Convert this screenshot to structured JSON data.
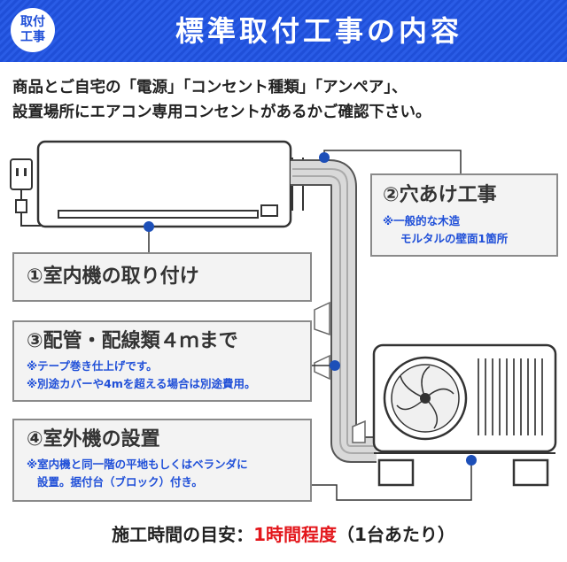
{
  "header": {
    "badge": [
      "取付",
      "工事"
    ],
    "title": "標準取付工事の内容"
  },
  "intro": [
    "商品とご自宅の「電源」「コンセント種類」「アンペア」、",
    "設置場所にエアコン専用コンセントがあるかご確認下さい。"
  ],
  "steps": {
    "indoor": {
      "title": "①室内機の取り付け"
    },
    "hole": {
      "title": "②穴あけ工事",
      "notes": [
        "※一般的な木造",
        "モルタルの壁面1箇所"
      ]
    },
    "piping": {
      "title": "③配管・配線類４ｍまで",
      "notes": [
        "※テープ巻き仕上げです。",
        "※別途カバーや4mを超える場合は別途費用。"
      ]
    },
    "outdoor": {
      "title": "④室外機の設置",
      "notes": [
        "※室内機と同一階の平地もしくはベランダに",
        "設置。据付台（ブロック）付き。"
      ]
    }
  },
  "footer": {
    "label": "施工時間の目安：",
    "highlight": "1時間程度",
    "suffix": "（1台あたり）"
  },
  "colors": {
    "brand": "#1f4fd8",
    "highlight": "#e3161b",
    "dot": "#1d4fb8"
  }
}
